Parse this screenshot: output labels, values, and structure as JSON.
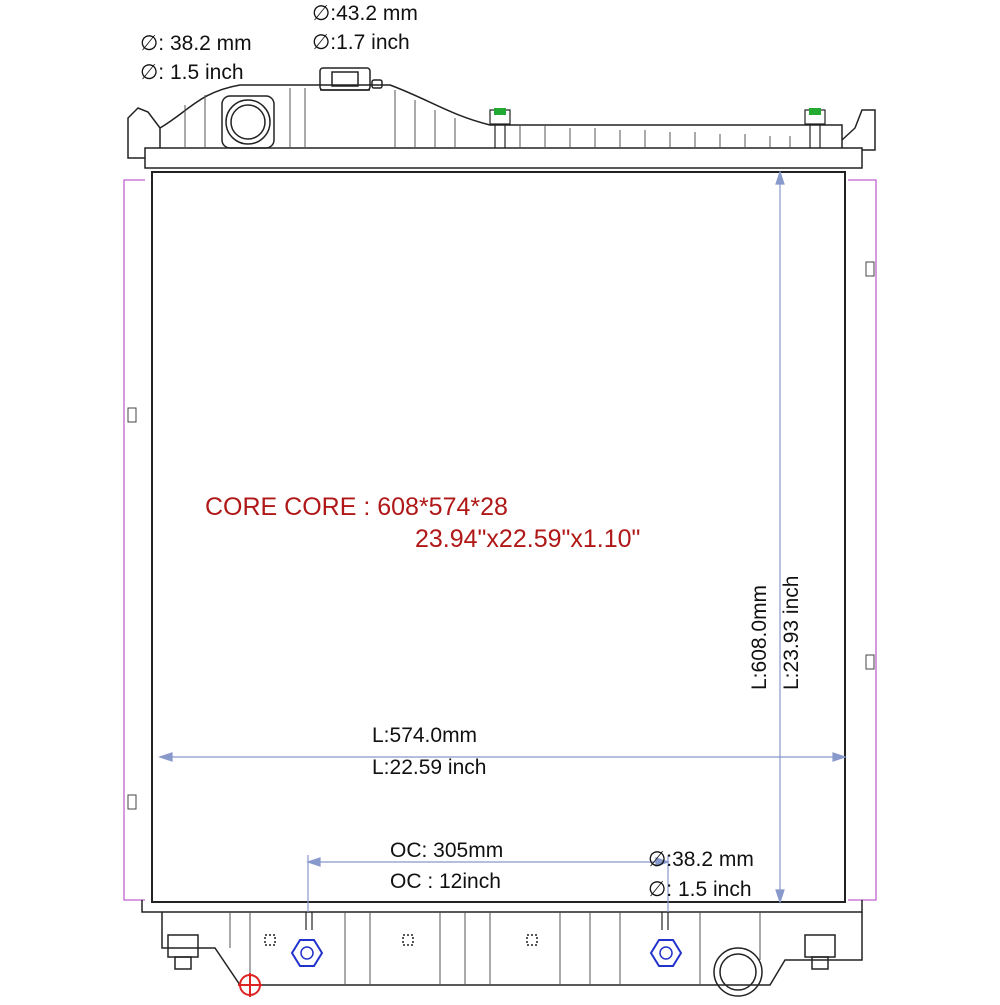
{
  "inlet": {
    "dia_mm": "∅: 38.2 mm",
    "dia_inch": "∅: 1.5 inch"
  },
  "filler_neck": {
    "dia_mm": "∅:43.2 mm",
    "dia_inch": "∅:1.7 inch"
  },
  "core": {
    "line1": "CORE CORE : 608*574*28",
    "line2": "23.94\"x22.59\"x1.10\""
  },
  "width_dim": {
    "mm": "L:574.0mm",
    "inch": "L:22.59 inch"
  },
  "height_dim": {
    "mm": "L:608.0mm",
    "inch": "L:23.93 inch"
  },
  "oc_dim": {
    "mm": "OC: 305mm",
    "inch": "OC : 12inch"
  },
  "outlet": {
    "dia_mm": "∅:38.2 mm",
    "dia_inch": "∅: 1.5 inch"
  },
  "colors": {
    "outline": "#222222",
    "dimension": "#8899cc",
    "side_guide": "#c060d0",
    "core_text": "#b01818",
    "clip": "#22aa33",
    "plug": "#2233cc",
    "drain": "#dd2222"
  }
}
